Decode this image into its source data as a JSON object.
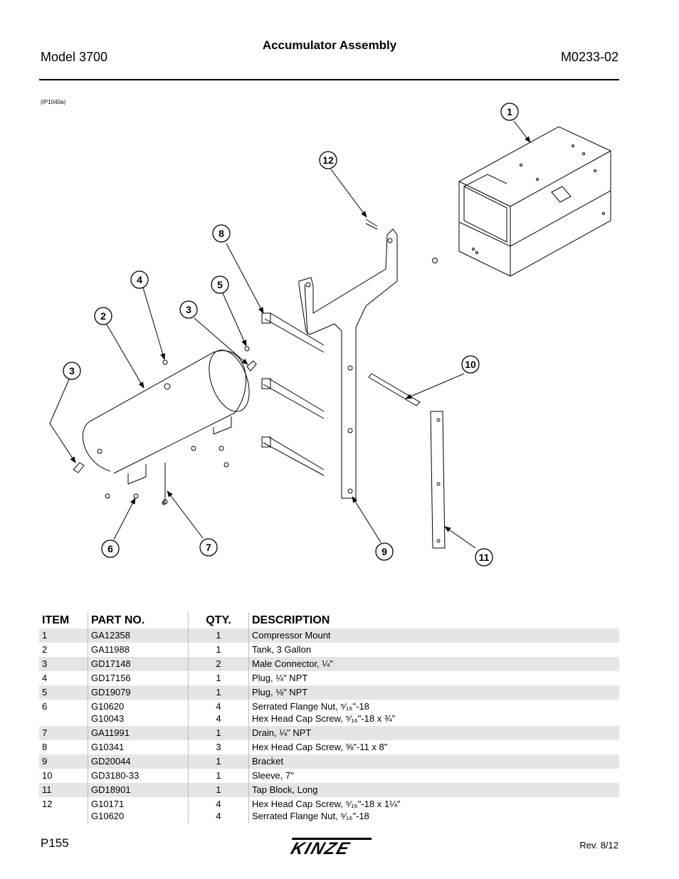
{
  "header": {
    "model": "Model 3700",
    "title": "Accumulator Assembly",
    "manual_number": "M0233-02"
  },
  "figure": {
    "reference": "(IP1040a)",
    "callouts": [
      "1",
      "2",
      "3",
      "3",
      "4",
      "5",
      "6",
      "7",
      "8",
      "9",
      "10",
      "11",
      "12"
    ]
  },
  "table": {
    "headers": {
      "item": "ITEM",
      "part_no": "PART NO.",
      "qty": "QTY.",
      "description": "DESCRIPTION"
    },
    "rows": [
      {
        "item": "1",
        "part_no": [
          "GA12358"
        ],
        "qty": [
          "1"
        ],
        "description": [
          "Compressor Mount"
        ]
      },
      {
        "item": "2",
        "part_no": [
          "GA11988"
        ],
        "qty": [
          "1"
        ],
        "description": [
          "Tank, 3 Gallon"
        ]
      },
      {
        "item": "3",
        "part_no": [
          "GD17148"
        ],
        "qty": [
          "2"
        ],
        "description": [
          "Male Connector, ¼\""
        ]
      },
      {
        "item": "4",
        "part_no": [
          "GD17156"
        ],
        "qty": [
          "1"
        ],
        "description": [
          "Plug, ¼\" NPT"
        ]
      },
      {
        "item": "5",
        "part_no": [
          "GD19079"
        ],
        "qty": [
          "1"
        ],
        "description": [
          "Plug, ⅛\" NPT"
        ]
      },
      {
        "item": "6",
        "part_no": [
          "G10620",
          "G10043"
        ],
        "qty": [
          "4",
          "4"
        ],
        "description": [
          "Serrated Flange Nut, ⁵⁄₁₆\"-18",
          "Hex Head Cap Screw, ⁵⁄₁₆\"-18 x ¾\""
        ]
      },
      {
        "item": "7",
        "part_no": [
          "GA11991"
        ],
        "qty": [
          "1"
        ],
        "description": [
          "Drain, ¼\" NPT"
        ]
      },
      {
        "item": "8",
        "part_no": [
          "G10341"
        ],
        "qty": [
          "3"
        ],
        "description": [
          "Hex Head Cap Screw, ⅝\"-11 x 8\""
        ]
      },
      {
        "item": "9",
        "part_no": [
          "GD20044"
        ],
        "qty": [
          "1"
        ],
        "description": [
          "Bracket"
        ]
      },
      {
        "item": "10",
        "part_no": [
          "GD3180-33"
        ],
        "qty": [
          "1"
        ],
        "description": [
          "Sleeve, 7\""
        ]
      },
      {
        "item": "11",
        "part_no": [
          "GD18901"
        ],
        "qty": [
          "1"
        ],
        "description": [
          "Tap Block, Long"
        ]
      },
      {
        "item": "12",
        "part_no": [
          "G10171",
          "G10620"
        ],
        "qty": [
          "4",
          "4"
        ],
        "description": [
          "Hex Head Cap Screw, ⁵⁄₁₆\"-18 x 1¼\"",
          "Serrated Flange Nut, ⁵⁄₁₆\"-18"
        ]
      }
    ]
  },
  "footer": {
    "page": "P155",
    "brand": "KINZE",
    "revision": "Rev. 8/12"
  }
}
